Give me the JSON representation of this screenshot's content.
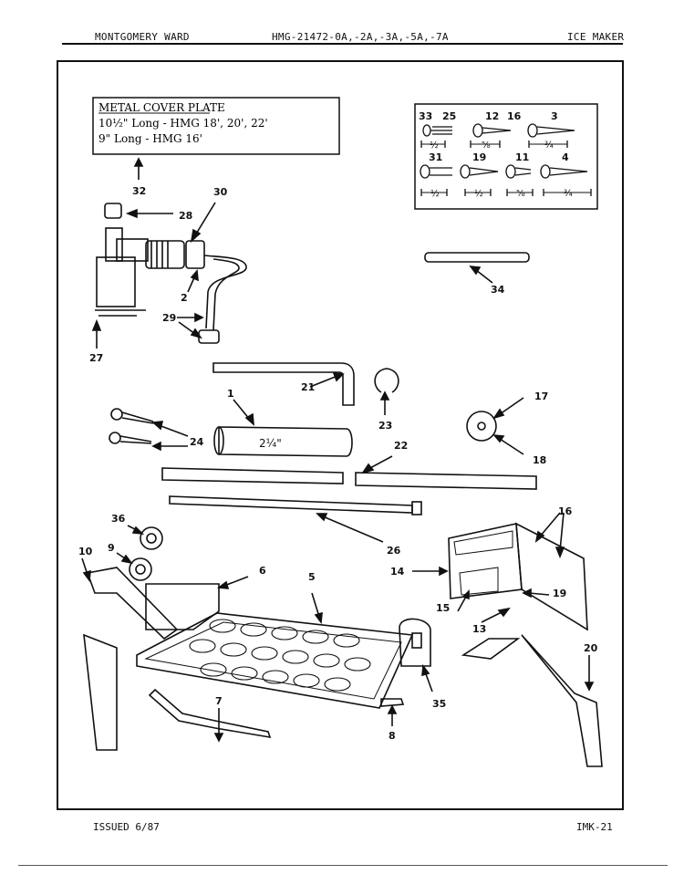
{
  "header": {
    "brand": "MONTGOMERY WARD",
    "model": "HMG-21472-0A,-2A,-3A,-5A,-7A",
    "section": "ICE MAKER"
  },
  "footer": {
    "issued": "ISSUED 6/87",
    "page_code": "IMK-21"
  },
  "cover_plate": {
    "title": "METAL COVER PLATE",
    "line1": "10½\" Long - HMG 18', 20', 22'",
    "line2": "9\" Long -   HMG 16'"
  },
  "screws": {
    "top_labels": [
      "33",
      "25",
      "12",
      "16",
      "3"
    ],
    "bottom_labels": [
      "31",
      "19",
      "11",
      "4"
    ],
    "sizes_top": [
      "½",
      "⅝",
      "¾"
    ],
    "sizes_bottom": [
      "½",
      "½",
      "⅝",
      "¾"
    ]
  },
  "tube_marking": "2¼\"",
  "callouts": [
    "32",
    "30",
    "28",
    "27",
    "29",
    "2",
    "34",
    "21",
    "1",
    "23",
    "17",
    "18",
    "24",
    "22",
    "26",
    "36",
    "10",
    "9",
    "6",
    "5",
    "16",
    "14",
    "15",
    "19",
    "13",
    "35",
    "20",
    "7",
    "8"
  ]
}
